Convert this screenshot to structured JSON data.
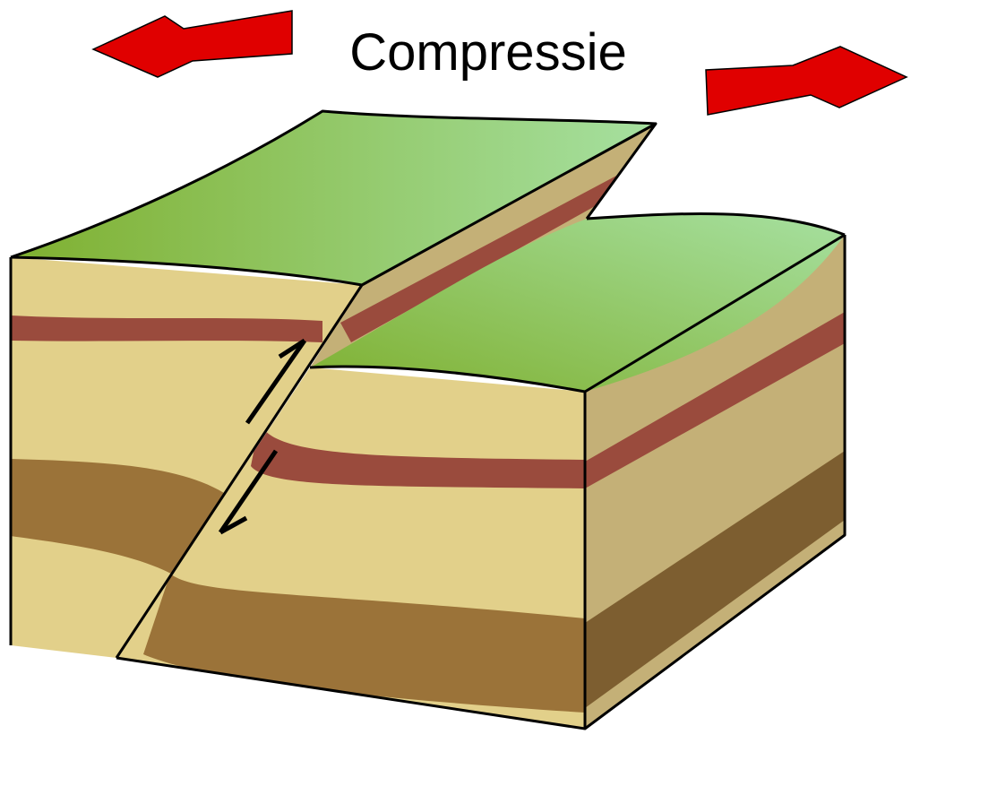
{
  "title": "Compressie",
  "colors": {
    "arrow": "#e00000",
    "grass_light": "#a6e0a0",
    "grass_dark": "#7fb030",
    "sand": "#e2d08a",
    "sand_shaded": "#c4b077",
    "red_layer": "#9a4b3d",
    "brown_layer": "#9b7339",
    "brown_shaded": "#7d5e30",
    "outline": "#000000"
  },
  "icons": [
    "compression-arrow-left",
    "compression-arrow-right",
    "slip-arrow-up",
    "slip-arrow-down"
  ]
}
